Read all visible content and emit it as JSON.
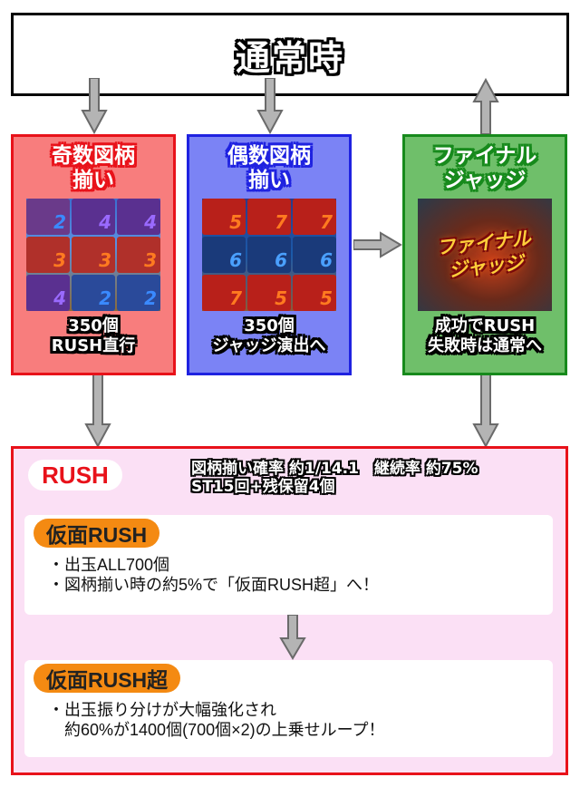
{
  "normal_state": {
    "title": "通常時"
  },
  "cards": [
    {
      "id": "odd",
      "title_line1": "奇数図柄",
      "title_line2": "揃い",
      "image_symbols": [
        "2",
        "4",
        "4",
        "3",
        "3",
        "3",
        "4",
        "2",
        "2"
      ],
      "foot_line1": "350個",
      "foot_line2": "RUSH直行",
      "border_color": "#e8121a",
      "bg_color": "#f87d7d"
    },
    {
      "id": "even",
      "title_line1": "偶数図柄",
      "title_line2": "揃い",
      "image_symbols": [
        "5",
        "7",
        "7",
        "6",
        "6",
        "6",
        "7",
        "5",
        "5"
      ],
      "foot_line1": "350個",
      "foot_line2": "ジャッジ演出へ",
      "border_color": "#1f22e0",
      "bg_color": "#7b83f5"
    },
    {
      "id": "final",
      "title_line1": "ファイナル",
      "title_line2": "ジャッジ",
      "image_text": "ファイナルジャッジ",
      "foot_line1": "成功でRUSH",
      "foot_line2": "失敗時は通常へ",
      "border_color": "#178a1c",
      "bg_color": "#6fbf6a"
    }
  ],
  "rush": {
    "label": "RUSH",
    "info_line1": "図柄揃い確率 約1/14.1　継続率 約75%",
    "info_line2": "ST15回+残保留4個",
    "modes": [
      {
        "label": "仮面RUSH",
        "bullets": [
          "・出玉ALL700個",
          "・図柄揃い時の約5%で「仮面RUSH超」へ！"
        ]
      },
      {
        "label": "仮面RUSH超",
        "bullets": [
          "・出玉振り分けが大幅強化され",
          "　約60%が1400個(700個×2)の上乗せループ！"
        ]
      }
    ]
  },
  "colors": {
    "arrow_fill": "#b4b4b4",
    "arrow_stroke": "#6a6a6a",
    "rush_border": "#e8121a",
    "rush_bg": "#fbe0f5",
    "mode_pill": "#f48a12"
  }
}
